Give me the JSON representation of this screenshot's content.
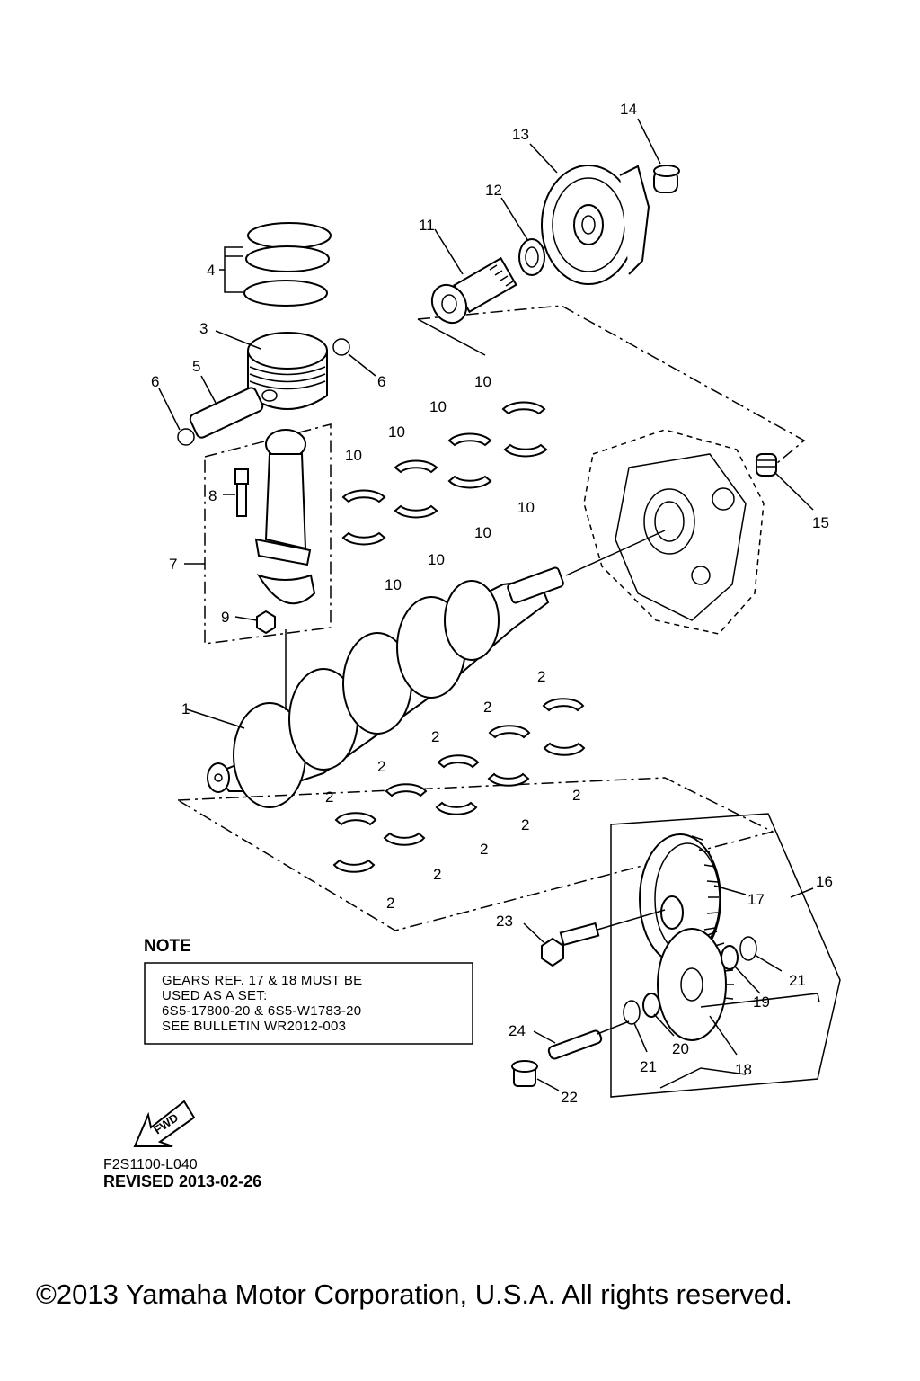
{
  "callouts": [
    "1",
    "2",
    "3",
    "4",
    "5",
    "6",
    "7",
    "8",
    "9",
    "10",
    "11",
    "12",
    "13",
    "14",
    "15",
    "16",
    "17",
    "18",
    "19",
    "20",
    "21",
    "22",
    "23",
    "24"
  ],
  "note": {
    "title": "NOTE",
    "lines": [
      "GEARS REF. 17 & 18 MUST BE",
      "USED AS A SET:",
      "6S5-17800-20 & 6S5-W1783-20",
      "SEE BULLETIN WR2012-003"
    ]
  },
  "fwd_label": "FWD",
  "diagram_code": "F2S1100-L040",
  "revised": "REVISED 2013-02-26",
  "copyright": "©2013 Yamaha Motor Corporation, U.S.A. All rights reserved."
}
